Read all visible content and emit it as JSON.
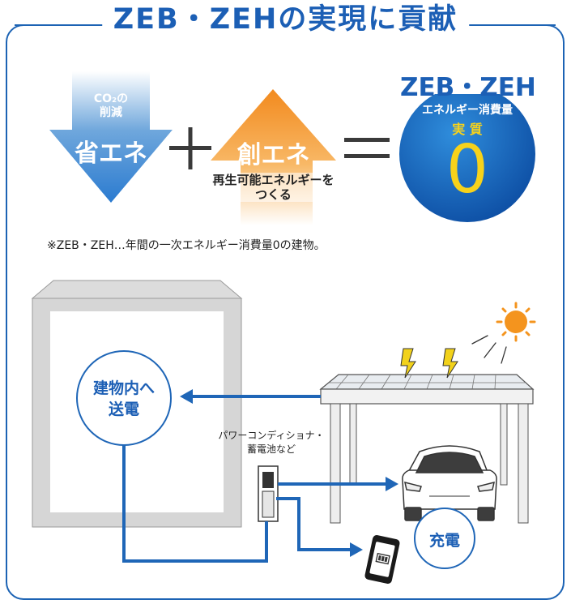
{
  "title": "ZEB・ZEHの実現に貢献",
  "formula": {
    "save": {
      "sub_line1": "CO₂の",
      "sub_line2": "削減",
      "label": "省エネ"
    },
    "plus": "＋",
    "create": {
      "label": "創エネ",
      "sub_line1": "再生可能エネルギーを",
      "sub_line2": "つくる"
    },
    "equals": "＝",
    "result": {
      "heading": "ZEB・ZEH",
      "line1": "エネルギー消費量",
      "line2": "実 質",
      "value": "0"
    }
  },
  "note": "※ZEB・ZEH…年間の一次エネルギー消費量0の建物。",
  "illustration": {
    "building_label_line1": "建物内へ",
    "building_label_line2": "送電",
    "conditioner_label_line1": "パワーコンディショナ・",
    "conditioner_label_line2": "蓄電池など",
    "charge_label": "充電"
  },
  "colors": {
    "brand_blue": "#1c5fb5",
    "arrow_blue": "#1f66b7",
    "orange": "#f5962a",
    "sun": "#f4941e",
    "bolt": "#f2d21b"
  }
}
